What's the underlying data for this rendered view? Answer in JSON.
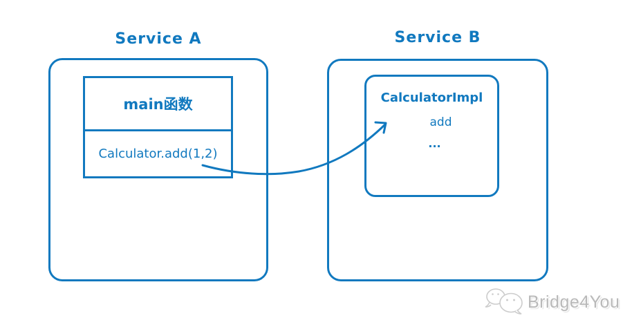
{
  "diagram": {
    "service_a": {
      "title": "Service A",
      "call_stack": {
        "top_cell": "main函数",
        "bottom_cell": "Calculator.add(1,2)"
      }
    },
    "service_b": {
      "title": "Service B",
      "impl_box": {
        "class_name": "CalculatorImpl",
        "method": "add",
        "ellipsis": "..."
      }
    },
    "connector": {
      "icon": "curved-arrow-icon",
      "from": "Calculator.add(1,2)",
      "to": "CalculatorImpl"
    }
  },
  "watermark": {
    "icon": "wechat-logo-icon",
    "brand": "Bridge4You"
  },
  "colors": {
    "accent": "#1179bf",
    "background": "#ffffff",
    "watermark_text": "#b9b9b9",
    "watermark_icon": "#cccccc"
  }
}
